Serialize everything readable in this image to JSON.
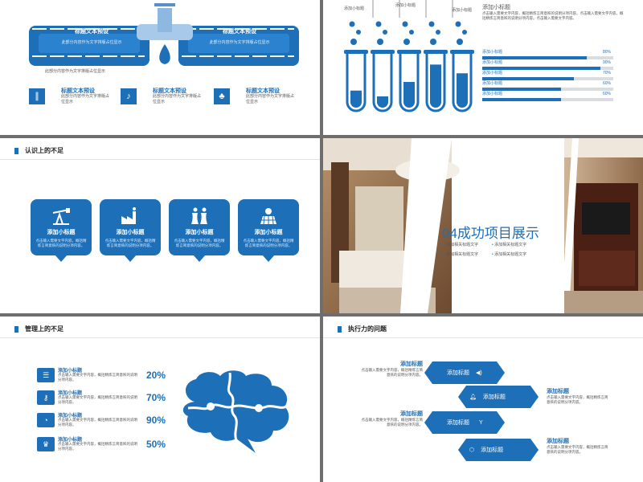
{
  "colors": {
    "accent": "#1d6fb8",
    "dark": "#16538c"
  },
  "slide1": {
    "left_title": "标题文本预设",
    "left_desc": "此部分内容作为文字排版占位显示",
    "right_title": "标题文本预设",
    "right_desc": "此部分内容作为文字排版占位显示",
    "bottom_desc": "此部分内容作为文字排版占位显示",
    "features": [
      {
        "icon": "flip-flops-icon",
        "title": "标题文本预设",
        "desc": "此部分内容作为文字排版占位显示"
      },
      {
        "icon": "guitar-icon",
        "title": "标题文本预设",
        "desc": "此部分内容作为文字排版占位显示"
      },
      {
        "icon": "palm-tree-icon",
        "title": "标题文本预设",
        "desc": "此部分内容作为文字排版占位显示"
      }
    ]
  },
  "slide2": {
    "tube_labels": [
      "添加小标题",
      "添加小标题",
      "添加小标题"
    ],
    "tube_fill": [
      0.35,
      0.25,
      0.5,
      0.8,
      0.65
    ],
    "title": "添加小标题",
    "desc": "点击输入需要文字内容，概括精炼言简意赅的说明分项内容。点击输入需要文字内容，概括精炼言简意赅的说明分项内容。点击输入需要文字内容。",
    "bars": [
      {
        "label": "添加小标题",
        "pct": "80%",
        "value": 0.8
      },
      {
        "label": "添加小标题",
        "pct": "90%",
        "value": 0.9
      },
      {
        "label": "添加小标题",
        "pct": "70%",
        "value": 0.7
      },
      {
        "label": "添加小标题",
        "pct": "60%",
        "value": 0.6
      },
      {
        "label": "添加小标题",
        "pct": "60%",
        "value": 0.6
      }
    ]
  },
  "slide3": {
    "heading": "认识上的不足",
    "cards": [
      {
        "icon": "oil-pump-icon",
        "title": "添加小标题",
        "desc": "点击输入需要文字内容，概括精炼言简意赅的说明分项内容。"
      },
      {
        "icon": "factory-icon",
        "title": "添加小标题",
        "desc": "点击输入需要文字内容，概括精炼言简意赅的说明分项内容。"
      },
      {
        "icon": "cooling-tower-icon",
        "title": "添加小标题",
        "desc": "点击输入需要文字内容，概括精炼言简意赅的说明分项内容。"
      },
      {
        "icon": "solar-panel-icon",
        "title": "添加小标题",
        "desc": "点击输入需要文字内容，概括精炼言简意赅的说明分项内容。"
      }
    ]
  },
  "slide4": {
    "title": "04成功项目展示",
    "items": [
      "添加相关标题文字",
      "添加相关标题文字",
      "添加相关标题文字",
      "添加相关标题文字"
    ]
  },
  "slide5": {
    "heading": "管理上的不足",
    "rows": [
      {
        "icon": "list-icon",
        "title": "添加小标题",
        "desc": "点击输入需要文字内容，概括精炼言简意赅的说明分项内容。",
        "pct": "20%"
      },
      {
        "icon": "key-icon",
        "title": "添加小标题",
        "desc": "点击输入需要文字内容，概括精炼言简意赅的说明分项内容。",
        "pct": "70%"
      },
      {
        "icon": "gauge-icon",
        "title": "添加小标题",
        "desc": "点击输入需要文字内容，概括精炼言简意赅的说明分项内容。",
        "pct": "90%"
      },
      {
        "icon": "trophy-icon",
        "title": "添加小标题",
        "desc": "点击输入需要文字内容，概括精炼言简意赅的说明分项内容。",
        "pct": "50%"
      }
    ]
  },
  "slide6": {
    "heading": "执行力的问题",
    "steps": [
      {
        "icon": "volume-icon",
        "label": "添加标题",
        "side_title": "添加标题",
        "side_desc": "点击输入需要文字内容，概括精炼言简意赅的说明分项内容。"
      },
      {
        "icon": "bell-icon",
        "label": "添加标题",
        "side_title": "添加标题",
        "side_desc": "点击输入需要文字内容，概括精炼言简意赅的说明分项内容。"
      },
      {
        "icon": "cocktail-icon",
        "label": "添加标题",
        "side_title": "添加标题",
        "side_desc": "点击输入需要文字内容，概括精炼言简意赅的说明分项内容。"
      },
      {
        "icon": "box-icon",
        "label": "添加标题",
        "side_title": "添加标题",
        "side_desc": "点击输入需要文字内容，概括精炼言简意赅的说明分项内容。"
      }
    ]
  }
}
